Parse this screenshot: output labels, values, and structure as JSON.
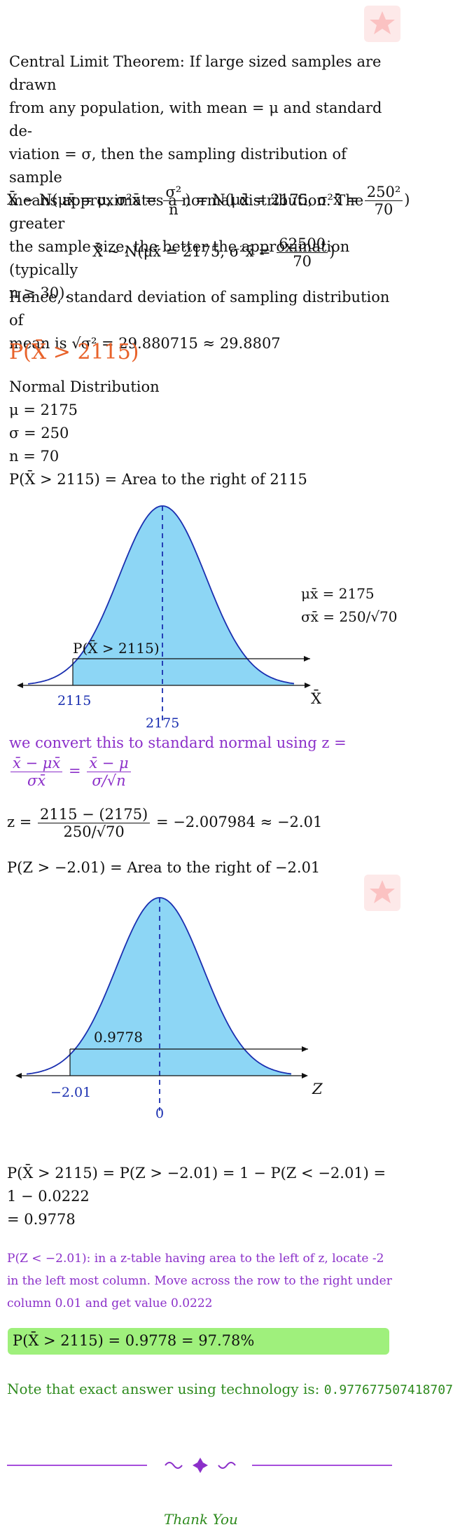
{
  "clt": {
    "lines": [
      "Central Limit Theorem: If large sized samples are drawn",
      "from any population, with mean = μ and standard de-",
      "viation = σ, then the sampling distribution of sample",
      "means approximates a normal distribution. The greater",
      "the sample size, the better the approximation (typically",
      "n ≥ 30)."
    ]
  },
  "eq1": {
    "lhs": "X̄ ~ N(μx̄ = μ, σ²x̄ =",
    "f1_num": "σ²",
    "f1_den": "n",
    "mid": ") = N(μx̄ = 2175, σ²x̄ =",
    "f2_num": "250²",
    "f2_den": "70",
    "end": ")"
  },
  "eq2": {
    "lhs": "X̄ ~ N(μx̄ = 2175, σ²x̄ =",
    "f_num": "62500",
    "f_den": "70",
    "end": ")"
  },
  "hence": {
    "line1": "Hence, standard deviation of sampling distribution of",
    "line2": "mean is √σ² = 29.880715 ≈ 29.8807"
  },
  "heading": "P(X̄ > 2115)",
  "normal": {
    "title": "Normal Distribution",
    "mu": "μ = 2175",
    "sigma": "σ = 250",
    "n": "n = 70",
    "area": "P(X̄ > 2115) = Area to the right of 2115"
  },
  "chart1": {
    "mu_label": "μx̄ = 2175",
    "sigma_label": "σx̄ = 250/√70",
    "region_label": "P(X̄ > 2115)",
    "left_tick": "2115",
    "center_tick": "2175",
    "axis_label": "X̄"
  },
  "convert": {
    "text": "we convert this to standard normal using z =",
    "f1_num": "x̄ − μx̄",
    "f1_den": "σx̄",
    "eq": "=",
    "f2_num": "x̄ − μ",
    "f2_den": "σ/√n"
  },
  "zcalc": {
    "lhs": "z =",
    "num": "2115 − (2175)",
    "den": "250/√70",
    "rhs": "= −2.007984 ≈ −2.01"
  },
  "zarea": "P(Z > −2.01) = Area to the right of −2.01",
  "chart2": {
    "value_label": "0.9778",
    "left_tick": "−2.01",
    "center_tick": "0",
    "axis_label": "Z"
  },
  "result": {
    "line1": "P(X̄ > 2115) = P(Z > −2.01) = 1 − P(Z < −2.01) =",
    "line2": "1 − 0.0222",
    "line3": "= 0.9778"
  },
  "ztable": {
    "line1": "P(Z < −2.01):  in a z-table having area to the left of z, locate -2",
    "line2": "in the left most column.  Move across the row to the right under",
    "line3": "column 0.01 and get value 0.0222"
  },
  "answer": "P(X̄ > 2115) = 0.9778 = 97.78%",
  "note": {
    "text": "Note that exact answer using technology is:",
    "value": "0.977677507418707"
  },
  "thanks": "Thank You",
  "colors": {
    "purple": "#8b2fc9",
    "orange": "#e8622a",
    "blue": "#1a2fb0",
    "green": "#2e8b1e",
    "curve_fill": "#8dd6f5",
    "answer_bg": "#9ff07c"
  }
}
